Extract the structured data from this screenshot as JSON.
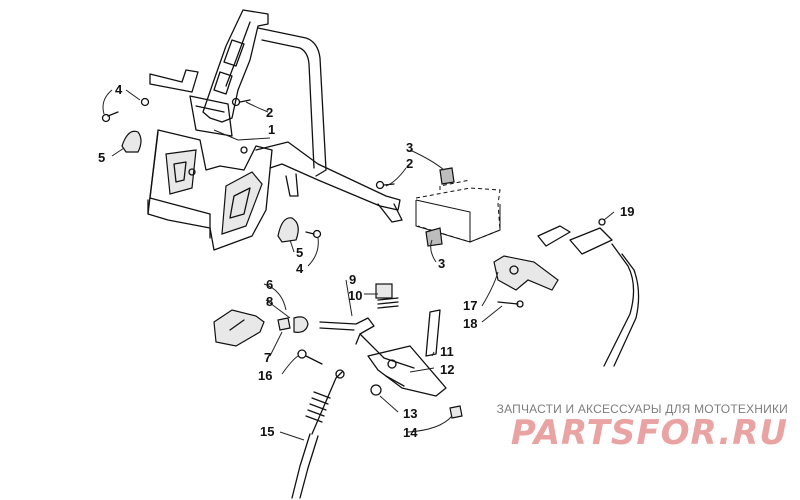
{
  "diagram": {
    "callouts": [
      {
        "id": "c1",
        "label": "1"
      },
      {
        "id": "c2a",
        "label": "2"
      },
      {
        "id": "c2b",
        "label": "2"
      },
      {
        "id": "c3a",
        "label": "3"
      },
      {
        "id": "c3b",
        "label": "3"
      },
      {
        "id": "c4a",
        "label": "4"
      },
      {
        "id": "c4b",
        "label": "4"
      },
      {
        "id": "c5a",
        "label": "5"
      },
      {
        "id": "c5b",
        "label": "5"
      },
      {
        "id": "c6",
        "label": "6"
      },
      {
        "id": "c7",
        "label": "7"
      },
      {
        "id": "c8",
        "label": "8"
      },
      {
        "id": "c9",
        "label": "9"
      },
      {
        "id": "c10",
        "label": "10"
      },
      {
        "id": "c11",
        "label": "11"
      },
      {
        "id": "c12",
        "label": "12"
      },
      {
        "id": "c13",
        "label": "13"
      },
      {
        "id": "c14",
        "label": "14"
      },
      {
        "id": "c15",
        "label": "15"
      },
      {
        "id": "c16",
        "label": "16"
      },
      {
        "id": "c17",
        "label": "17"
      },
      {
        "id": "c18",
        "label": "18"
      },
      {
        "id": "c19",
        "label": "19"
      }
    ]
  },
  "watermark": {
    "tagline": "ЗАПЧАСТИ И АКСЕССУАРЫ ДЛЯ МОТОТЕХНИКИ",
    "logo": "PARTSFOR.RU",
    "logo_color": "#e9a3a3",
    "tagline_color": "#7d7d7d"
  }
}
